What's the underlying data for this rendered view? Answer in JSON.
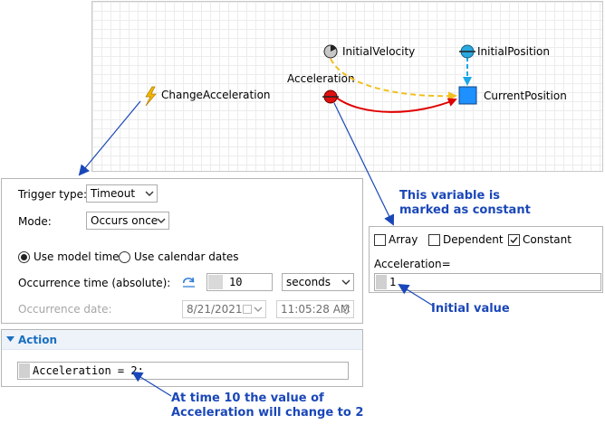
{
  "canvas": {
    "nodes": {
      "change_acceleration": "ChangeAcceleration",
      "initial_velocity": "InitialVelocity",
      "initial_position": "InitialPosition",
      "acceleration": "Acceleration",
      "current_position": "CurrentPosition"
    }
  },
  "event_panel": {
    "trigger_type_label": "Trigger type:",
    "trigger_type_value": "Timeout",
    "mode_label": "Mode:",
    "mode_value": "Occurs once",
    "radio_model_time": "Use model time",
    "radio_calendar": "Use calendar dates",
    "occurrence_time_label": "Occurrence time (absolute):",
    "occurrence_time_value": "10",
    "time_unit": "seconds",
    "occurrence_date_label": "Occurrence date:",
    "date_value": "8/21/2021",
    "time_value": "11:05:28 AM"
  },
  "action_panel": {
    "header": "Action",
    "code": "Acceleration = 2;"
  },
  "variable_panel": {
    "array_label": "Array",
    "dependent_label": "Dependent",
    "constant_label": "Constant",
    "name_label": "Acceleration=",
    "initial_value": "1",
    "checks": {
      "array": false,
      "dependent": false,
      "constant": true
    }
  },
  "callouts": {
    "constant_line1": "This variable is",
    "constant_line2": "marked as constant",
    "initial_value": "Initial value",
    "action_line1": "At time 10 the value of",
    "action_line2": "Acceleration will change to 2"
  },
  "colors": {
    "accent_blue": "#1a47b8",
    "link_yellow": "#f0c020",
    "link_red": "#e00000",
    "link_cyan": "#1aa6e8",
    "stock_blue": "#1e90ff",
    "action_header": "#1a6fc0"
  }
}
